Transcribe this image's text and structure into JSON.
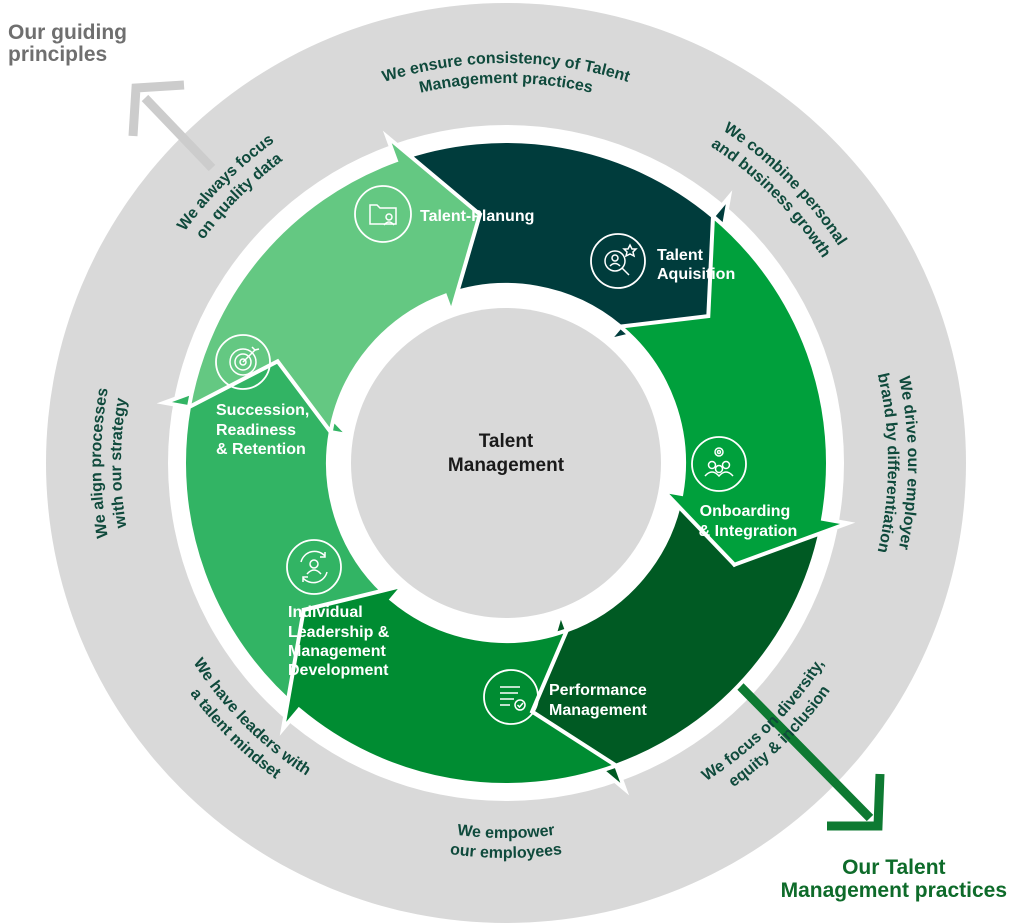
{
  "center": {
    "line1": "Talent",
    "line2": "Management"
  },
  "guiding_label": [
    "Our guiding",
    "principles"
  ],
  "practices_label": [
    "Our Talent",
    "Management practices"
  ],
  "colors": {
    "outer_ring": "#d9d9d9",
    "inner_circle": "#d9d9d9",
    "guide_text": "#0f4a3c",
    "corner_gray": "#6f6f6f",
    "corner_green": "#0e6b2a",
    "arrow_gray": "#cccccc",
    "arrow_green": "#0e7a32"
  },
  "segments": [
    {
      "id": "talent-planung",
      "color": "#003c3c",
      "icon": "folder-person-icon",
      "lines": [
        "Talent-Planung"
      ]
    },
    {
      "id": "talent-aquisition",
      "color": "#00a03c",
      "icon": "search-person-star-icon",
      "lines": [
        "Talent",
        "Aquisition"
      ]
    },
    {
      "id": "onboarding",
      "color": "#005a23",
      "icon": "team-gear-icon",
      "lines": [
        "Onboarding",
        "& Integration"
      ]
    },
    {
      "id": "performance",
      "color": "#008c32",
      "icon": "document-check-icon",
      "lines": [
        "Performance",
        "Management"
      ]
    },
    {
      "id": "leadership",
      "color": "#32b464",
      "icon": "person-cycle-icon",
      "lines": [
        "Individual",
        "Leadership &",
        "Management",
        "Development"
      ]
    },
    {
      "id": "succession",
      "color": "#64c882",
      "icon": "target-icon",
      "lines": [
        "Succession,",
        "Readiness",
        "& Retention"
      ]
    }
  ],
  "principles": [
    {
      "id": "consistency",
      "lines": [
        "We ensure consistency of Talent",
        "Management practices"
      ]
    },
    {
      "id": "personal-business",
      "lines": [
        "We combine personal",
        "and business growth"
      ]
    },
    {
      "id": "employer-brand",
      "lines": [
        "We drive our employer",
        "brand by differentiation"
      ]
    },
    {
      "id": "diversity",
      "lines": [
        "We focus on diversity,",
        "equity & inclusion"
      ]
    },
    {
      "id": "empower",
      "lines": [
        "We empower",
        "our employees"
      ]
    },
    {
      "id": "leaders",
      "lines": [
        "We have leaders with",
        "a talent mindset"
      ]
    },
    {
      "id": "align",
      "lines": [
        "We align processes",
        "with our strategy"
      ]
    },
    {
      "id": "quality-data",
      "lines": [
        "We always focus",
        "on quality data"
      ]
    }
  ]
}
